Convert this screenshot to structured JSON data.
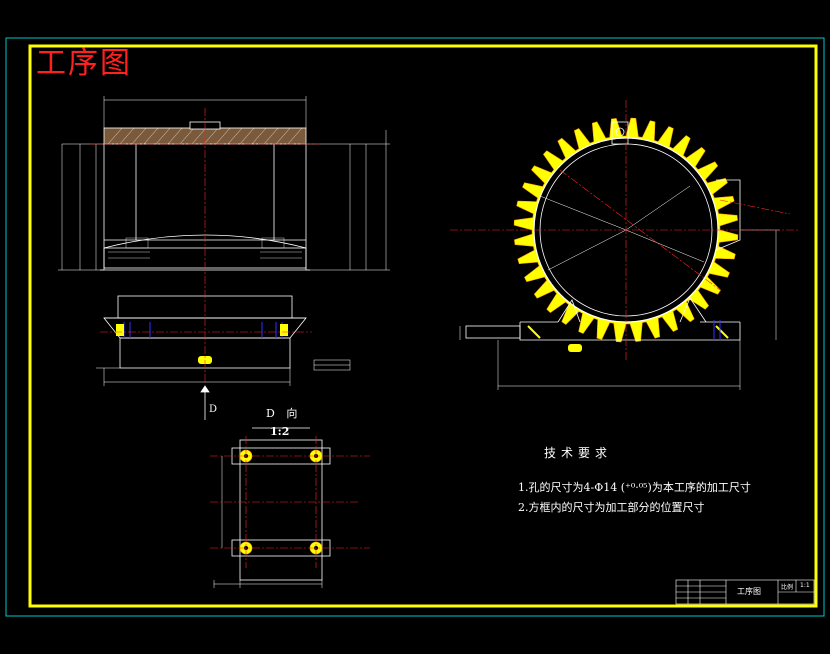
{
  "drawing_title": "工序图",
  "view_d": {
    "arrow_label": "D",
    "title": "D 向",
    "scale": "1:2"
  },
  "requirements": {
    "heading": "技术要求",
    "line1": "1.孔的尺寸为4-Φ14 (⁺⁰·⁰⁵)为本工序的加工尺寸",
    "line2": "2.方框内的尺寸为加工部分的位置尺寸"
  },
  "title_block": {
    "name": "工序图",
    "scale_label": "比例",
    "scale_value": "1:1"
  },
  "colors": {
    "frame_yellow": "#ffff00",
    "outer_cyan": "#00c8c8",
    "centerline_red": "#ff2020",
    "hole_blue": "#3030ff",
    "outline_white": "#ffffff",
    "title_red": "#ff2020",
    "gear_yellow": "#ffff00"
  }
}
